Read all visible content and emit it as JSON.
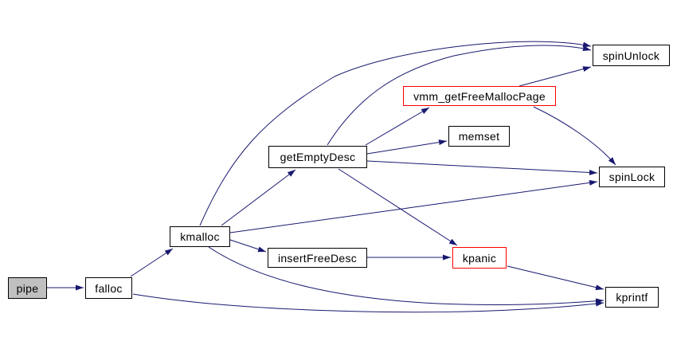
{
  "diagram": {
    "type": "call-graph",
    "root_function": "pipe",
    "nodes": [
      {
        "id": "pipe",
        "label": "pipe",
        "kind": "root"
      },
      {
        "id": "falloc",
        "label": "falloc",
        "kind": "normal"
      },
      {
        "id": "kmalloc",
        "label": "kmalloc",
        "kind": "normal"
      },
      {
        "id": "getEmptyDesc",
        "label": "getEmptyDesc",
        "kind": "normal"
      },
      {
        "id": "insertFreeDesc",
        "label": "insertFreeDesc",
        "kind": "normal"
      },
      {
        "id": "vmm_getFreeMallocPage",
        "label": "vmm_getFreeMallocPage",
        "kind": "highlighted"
      },
      {
        "id": "memset",
        "label": "memset",
        "kind": "normal"
      },
      {
        "id": "spinUnlock",
        "label": "spinUnlock",
        "kind": "normal"
      },
      {
        "id": "spinLock",
        "label": "spinLock",
        "kind": "normal"
      },
      {
        "id": "kpanic",
        "label": "kpanic",
        "kind": "highlighted"
      },
      {
        "id": "kprintf",
        "label": "kprintf",
        "kind": "normal"
      }
    ],
    "edges": [
      {
        "from": "pipe",
        "to": "falloc"
      },
      {
        "from": "falloc",
        "to": "kmalloc"
      },
      {
        "from": "falloc",
        "to": "kprintf"
      },
      {
        "from": "kmalloc",
        "to": "getEmptyDesc"
      },
      {
        "from": "kmalloc",
        "to": "insertFreeDesc"
      },
      {
        "from": "kmalloc",
        "to": "spinUnlock"
      },
      {
        "from": "kmalloc",
        "to": "spinLock"
      },
      {
        "from": "kmalloc",
        "to": "kprintf"
      },
      {
        "from": "getEmptyDesc",
        "to": "vmm_getFreeMallocPage"
      },
      {
        "from": "getEmptyDesc",
        "to": "memset"
      },
      {
        "from": "getEmptyDesc",
        "to": "spinUnlock"
      },
      {
        "from": "getEmptyDesc",
        "to": "spinLock"
      },
      {
        "from": "getEmptyDesc",
        "to": "kpanic"
      },
      {
        "from": "vmm_getFreeMallocPage",
        "to": "spinUnlock"
      },
      {
        "from": "vmm_getFreeMallocPage",
        "to": "spinLock"
      },
      {
        "from": "insertFreeDesc",
        "to": "kpanic"
      },
      {
        "from": "kpanic",
        "to": "kprintf"
      }
    ],
    "colors": {
      "edge": "#191970",
      "node_border": "#000000",
      "node_fill": "#ffffff",
      "root_fill": "#c0c0c0",
      "highlight_border": "#ff0000",
      "text": "#000000",
      "background": "#ffffff"
    }
  }
}
